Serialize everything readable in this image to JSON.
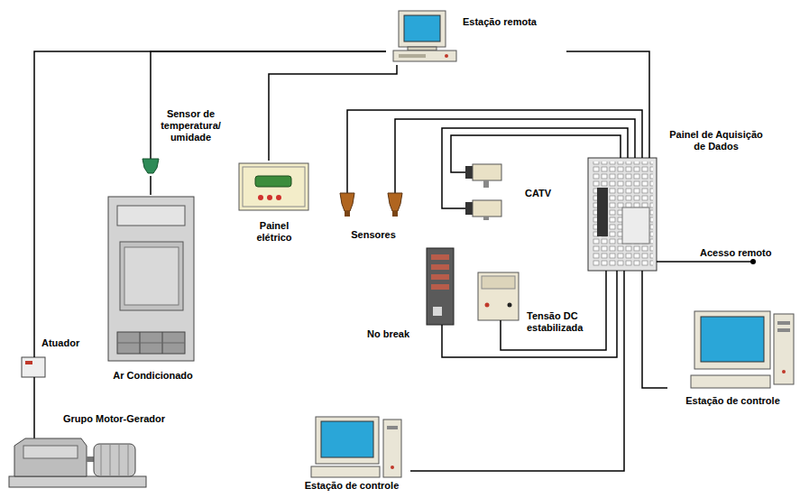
{
  "diagram": {
    "nodes": [
      {
        "text": [
          "Estação remota"
        ]
      },
      {
        "text": [
          "Sensor de temperatura/ umidade"
        ]
      },
      {
        "text": [
          "Painel de Aquisição de Dados"
        ]
      },
      {
        "text": [
          "Painel elétrico"
        ]
      },
      {
        "text": [
          "Sensores"
        ]
      },
      {
        "text": [
          "CATV"
        ]
      },
      {
        "text": [
          "Ar Condicionado"
        ]
      },
      {
        "text": [
          "No break"
        ]
      },
      {
        "text": [
          "Tensão DC estabilizada"
        ]
      },
      {
        "text": [
          "Atuador"
        ]
      },
      {
        "text": [
          "Estação de controle"
        ]
      },
      {
        "text": [
          "Grupo Motor-Gerador"
        ]
      },
      {
        "text": [
          "Estação de controle"
        ]
      }
    ],
    "edges": [
      {
        "from": 0,
        "to": 9,
        "arrow": "none"
      },
      {
        "from": 1,
        "to": 0,
        "arrow": "none"
      },
      {
        "from": 3,
        "to": 0,
        "arrow": "none"
      },
      {
        "from": 0,
        "to": 2,
        "arrow": "none"
      },
      {
        "from": 4,
        "to": 2,
        "arrow": "none"
      },
      {
        "from": 4,
        "to": 2,
        "arrow": "none"
      },
      {
        "from": 5,
        "to": 2,
        "arrow": "none"
      },
      {
        "from": 5,
        "to": 2,
        "arrow": "none"
      },
      {
        "from": 7,
        "to": 2,
        "arrow": "none"
      },
      {
        "from": 8,
        "to": 2,
        "arrow": "none"
      },
      {
        "from": 12,
        "to": 2,
        "arrow": "none"
      },
      {
        "from": 2,
        "to": 10,
        "arrow": "none"
      },
      {
        "from": 9,
        "to": 11,
        "arrow": "none"
      },
      {
        "from": 1,
        "to": 6,
        "arrow": "none"
      }
    ],
    "labels": [
      "Acesso remoto"
    ]
  }
}
